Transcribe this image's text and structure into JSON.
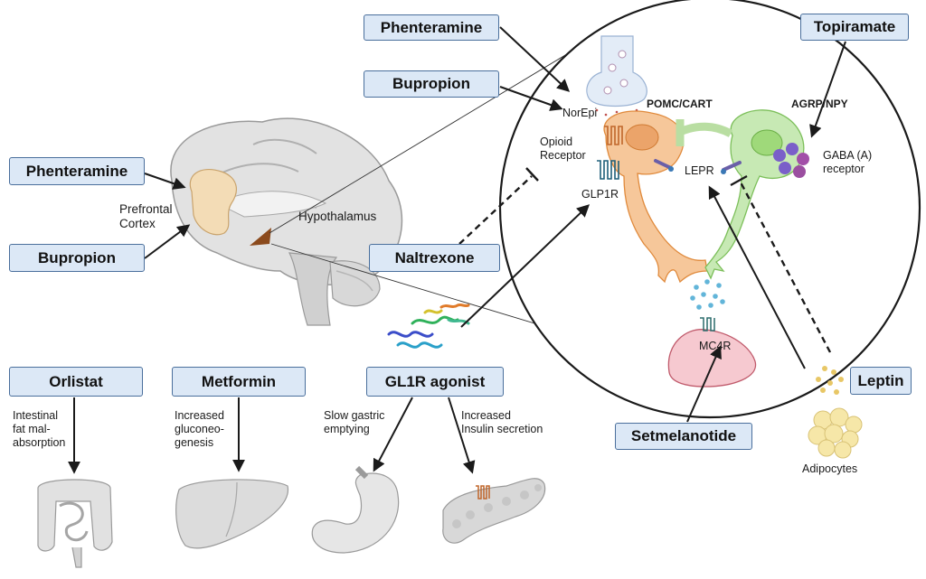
{
  "drugs": {
    "phenteramine_top": "Phenteramine",
    "bupropion_top": "Bupropion",
    "topiramate": "Topiramate",
    "phenteramine_left": "Phenteramine",
    "bupropion_left": "Bupropion",
    "naltrexone": "Naltrexone",
    "orlistat": "Orlistat",
    "metformin": "Metformin",
    "gl1r_agonist": "GL1R agonist",
    "setmelanotide": "Setmelanotide",
    "leptin": "Leptin"
  },
  "labels": {
    "prefrontal_cortex": "Prefrontal\nCortex",
    "hypothalamus": "Hypothalamus",
    "norepi": "NorEpi",
    "opioid_receptor": "Opioid\nReceptor",
    "glp1r": "GLP1R",
    "pomc_cart": "POMC/CART",
    "agrp_npy": "AGRP/NPY",
    "lepr": "LEPR",
    "gaba_receptor": "GABA (A)\nreceptor",
    "mc4r": "MC4R",
    "adipocytes": "Adipocytes",
    "intestinal": "Intestinal\nfat mal-\nabsorption",
    "increased_gluconeogenesis": "Increased\ngluconeo-\ngenesis",
    "slow_gastric": "Slow gastric\nemptying",
    "increased_insulin": "Increased\nInsulin secretion"
  },
  "colors": {
    "drug_box_fill": "#dce8f6",
    "drug_box_border": "#4a6f9c",
    "pomc_neuron": "#f6c79a",
    "agrp_neuron": "#c7e9b4",
    "mc4r_cell": "#f6c9d0",
    "brain": "#d9d9d9",
    "prefrontal": "#f3dcb6",
    "hypothalamus": "#8b4a1c",
    "adipocyte": "#f6e7a8"
  }
}
